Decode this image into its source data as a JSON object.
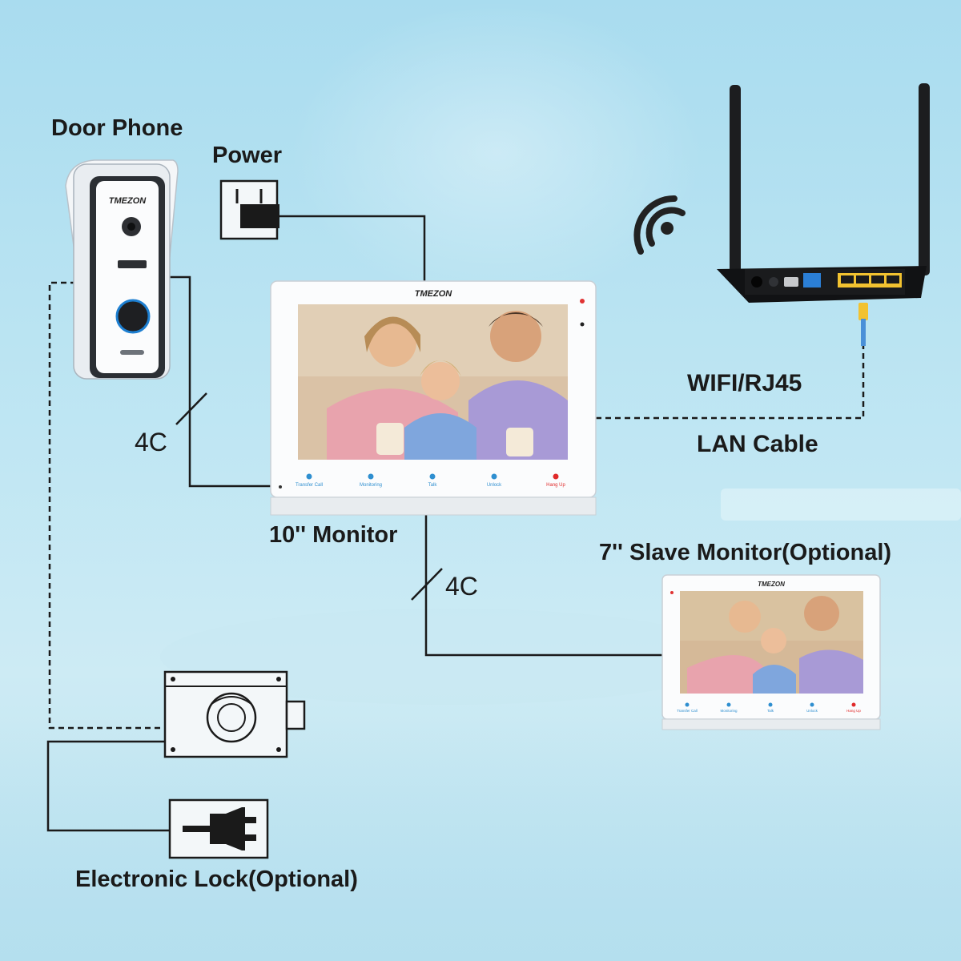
{
  "labels": {
    "door_phone": "Door Phone",
    "power": "Power",
    "wifi_rj45": "WIFI/RJ45",
    "lan_cable": "LAN Cable",
    "monitor_10": "10'' Monitor",
    "slave_monitor": "7'' Slave Monitor(Optional)",
    "electronic_lock": "Electronic Lock(Optional)",
    "wire_4c_left": "4C",
    "wire_4c_bottom": "4C"
  },
  "brand": "TMEZON",
  "monitor_buttons": [
    {
      "label": "Transfer Call",
      "icon": "transfer-icon",
      "color": "#2f8fd0"
    },
    {
      "label": "Monitoring",
      "icon": "monitoring-icon",
      "color": "#2f8fd0"
    },
    {
      "label": "Talk",
      "icon": "talk-icon",
      "color": "#2f8fd0"
    },
    {
      "label": "Unlock",
      "icon": "key-icon",
      "color": "#2f8fd0"
    },
    {
      "label": "Hang Up",
      "icon": "hangup-icon",
      "color": "#e02a2a"
    }
  ],
  "colors": {
    "wire": "#1a1a1a",
    "accent_blue": "#2f8fd0",
    "hangup_red": "#e02a2a",
    "router_port_yellow": "#f2c230",
    "router_port_blue": "#2b7fd6"
  }
}
